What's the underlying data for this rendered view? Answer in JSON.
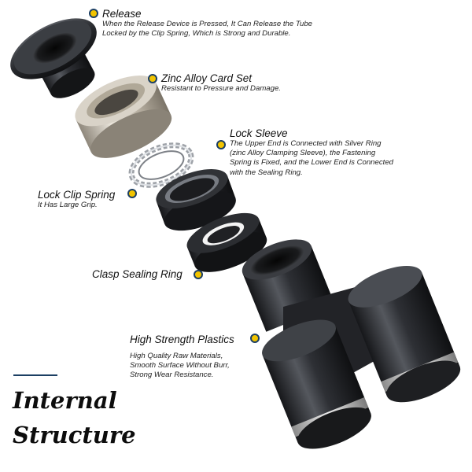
{
  "callouts": {
    "release": {
      "title": "Release",
      "desc_lines": [
        "When the Release Device is Pressed, It Can Release the Tube",
        "Locked by the Clip Spring, Which is Strong and Durable."
      ]
    },
    "zinc": {
      "title": "Zinc Alloy Card Set",
      "desc_lines": [
        "Resistant to Pressure and Damage."
      ]
    },
    "lock_sleeve": {
      "title": "Lock Sleeve",
      "desc_lines": [
        "The Upper End is Connected with Silver Ring",
        "(zinc Alloy Clamping Sleeve), the Fastening",
        "Spring is Fixed, and the Lower End is Connected",
        "with the Sealing Ring."
      ]
    },
    "lock_clip": {
      "title": "Lock Clip Spring",
      "desc_lines": [
        "It Has Large Grip."
      ]
    },
    "clasp": {
      "title": "Clasp Sealing Ring",
      "desc_lines": []
    },
    "plastics": {
      "title": "High Strength Plastics",
      "desc_lines": [
        "High Quality Raw Materials,",
        "Smooth Surface Without Burr,",
        "Strong Wear Resistance."
      ]
    }
  },
  "heading": {
    "line1": "Internal",
    "line2": "Structure"
  },
  "colors": {
    "dot_fill": "#f2c400",
    "dot_ring": "#1c3f63",
    "rule": "#1c3f63",
    "metal_dark": "#2b2d31",
    "zinc": "#c9c3b8"
  },
  "icons": [
    "release-cap-icon",
    "zinc-alloy-ring-icon",
    "clip-spring-icon",
    "lock-sleeve-icon",
    "sealing-ring-icon",
    "y-fitting-body-icon"
  ]
}
